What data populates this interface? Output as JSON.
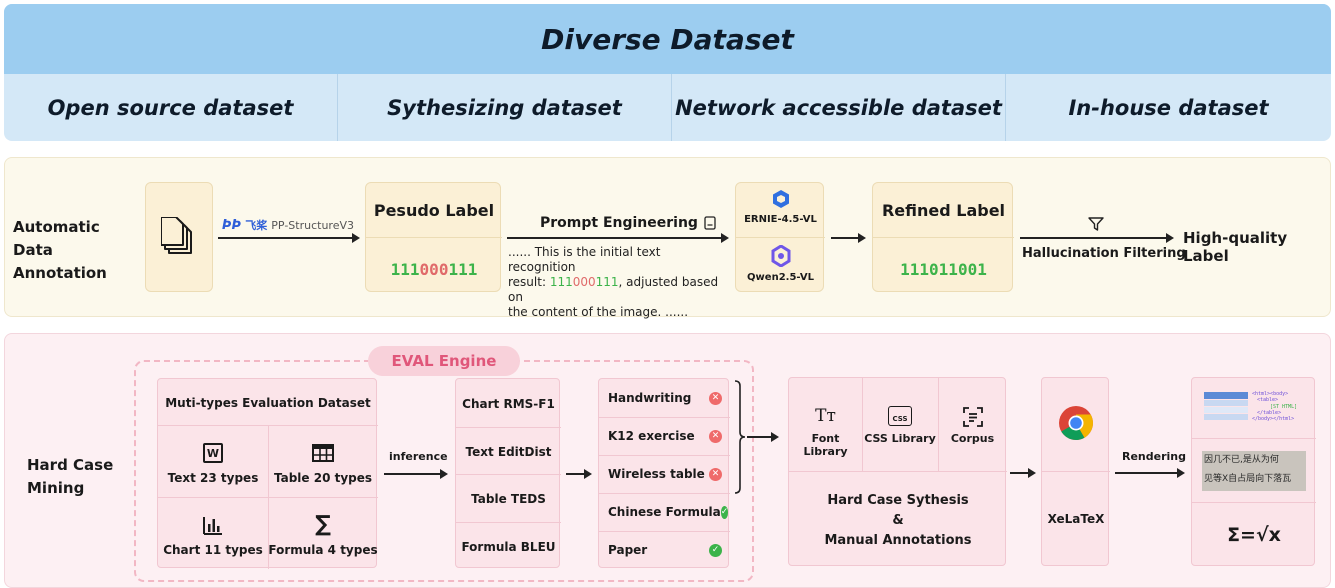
{
  "banner": {
    "title": "Diverse Dataset",
    "datasets": [
      "Open source dataset",
      "Sythesizing dataset",
      "Network accessible dataset",
      "In-house dataset"
    ]
  },
  "annotation": {
    "section_label": "Automatic Data Annotation",
    "paddle_brand": "飞桨",
    "paddle_model": "PP-StructureV3",
    "pseudo_label_title": "Pesudo Label",
    "pseudo_bits": [
      {
        "t": "111",
        "c": "g"
      },
      {
        "t": "000",
        "c": "r"
      },
      {
        "t": "111",
        "c": "g"
      }
    ],
    "prompt_title": "Prompt Engineering",
    "prompt_line1": "......  This is the initial text recognition",
    "prompt_line2_a": "result: ",
    "prompt_line2_bits": [
      {
        "t": "111",
        "c": "g"
      },
      {
        "t": "000",
        "c": "r"
      },
      {
        "t": "111",
        "c": "g"
      }
    ],
    "prompt_line2_b": ", adjusted based on",
    "prompt_line3": "the content of the image.  ......",
    "model_1": "ERNIE-4.5-VL",
    "model_2": "Qwen2.5-VL",
    "refined_label_title": "Refined Label",
    "refined_bits": "111011001",
    "filter_label": "Hallucination Filtering",
    "result_label": "High-quality Label"
  },
  "hard_case": {
    "section_label": "Hard Case Mining",
    "eval_engine": "EVAL Engine",
    "eval_dataset_title": "Muti-types Evaluation Dataset",
    "eval_types": [
      {
        "label": "Text  23 types",
        "icon": "word-doc-icon",
        "glyph": "W"
      },
      {
        "label": "Table 20 types",
        "icon": "table-icon",
        "glyph": "▦"
      },
      {
        "label": "Chart  11 types",
        "icon": "bar-chart-icon",
        "glyph": ""
      },
      {
        "label": "Formula  4 types",
        "icon": "sigma-icon",
        "glyph": "∑"
      }
    ],
    "inference_label": "inference",
    "metrics": [
      "Chart  RMS-F1",
      "Text  EditDist",
      "Table  TEDS",
      "Formula  BLEU"
    ],
    "results": [
      {
        "label": "Handwriting",
        "ok": false
      },
      {
        "label": "K12 exercise",
        "ok": false
      },
      {
        "label": "Wireless table",
        "ok": false
      },
      {
        "label": "Chinese Formula",
        "ok": true
      },
      {
        "label": "Paper",
        "ok": true
      }
    ],
    "libraries": [
      {
        "label": "Font Library",
        "icon": "font-icon",
        "glyph": "Tт"
      },
      {
        "label": "CSS Library",
        "icon": "css-file-icon",
        "glyph": "CSS"
      },
      {
        "label": "Corpus",
        "icon": "corpus-icon",
        "glyph": "☰"
      }
    ],
    "synth_line1": "Hard Case Sythesis",
    "synth_line2": "&",
    "synth_line3": "Manual Annotations",
    "renderer": "XeLaTeX",
    "rendering_label": "Rendering",
    "output_html_snippet": [
      "<html><body>",
      "<table>",
      "[ST HTML]",
      "</table>",
      "</body></html>"
    ],
    "output_handwriting": [
      "因几不已,是从为何",
      "见等X自占局向下落瓦"
    ],
    "output_formula": "Σ=√x",
    "colors": {
      "green": "#3cb34a",
      "red": "#e06a6a",
      "pink_accent": "#e0577a"
    }
  }
}
